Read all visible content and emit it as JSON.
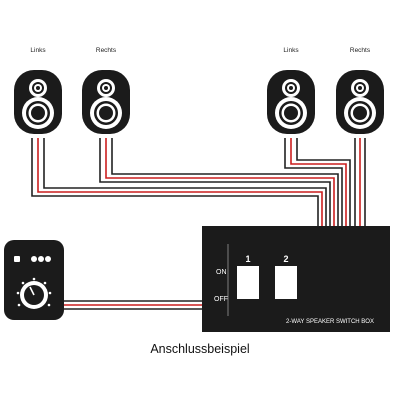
{
  "speakers": {
    "pair1": {
      "left_label": "Links",
      "right_label": "Rechts"
    },
    "pair2": {
      "left_label": "Links",
      "right_label": "Rechts"
    }
  },
  "switch_box": {
    "channel_1": "1",
    "channel_2": "2",
    "on_label": "ON",
    "off_label": "OFF",
    "title": "2-WAY SPEAKER SWITCH BOX"
  },
  "amplifier": {
    "knob_icon": "volume-knob-icon",
    "indicator_dots": 3
  },
  "caption": "Anschlussbeispiel",
  "colors": {
    "device": "#1b1b1b",
    "wire_black": "#222222",
    "wire_red": "#cc1f1f",
    "text_on_dark": "#ffffff"
  }
}
